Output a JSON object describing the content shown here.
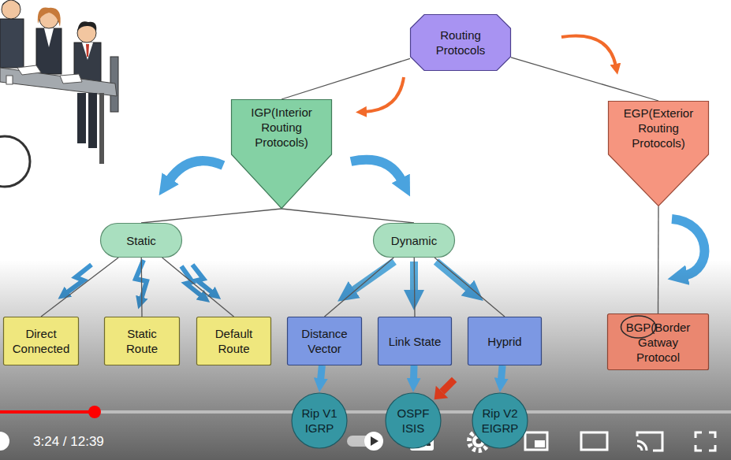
{
  "diagram": {
    "nodes": [
      {
        "text": [
          "Routing Protocols"
        ]
      },
      {
        "text": [
          "IGP(Interior Routing Protocols)"
        ]
      },
      {
        "text": [
          "EGP(Exterior Routing Protocols)"
        ]
      },
      {
        "text": [
          "Static"
        ]
      },
      {
        "text": [
          "Dynamic"
        ]
      },
      {
        "text": [
          "Direct Connected"
        ]
      },
      {
        "text": [
          "Static Route"
        ]
      },
      {
        "text": [
          "Default Route"
        ]
      },
      {
        "text": [
          "Distance Vector"
        ]
      },
      {
        "text": [
          "Link State"
        ]
      },
      {
        "text": [
          "Hyprid"
        ]
      },
      {
        "text": [
          "BGP(Border Gatway Protocol"
        ]
      },
      {
        "text": [
          "Rip V1 IGRP"
        ]
      },
      {
        "text": [
          "OSPF ISIS"
        ]
      },
      {
        "text": [
          "Rip V2 EIGRP"
        ]
      }
    ],
    "edges": [
      {
        "from": 0,
        "to": 1,
        "arrow": "none"
      },
      {
        "from": 0,
        "to": 2,
        "arrow": "none"
      },
      {
        "from": 1,
        "to": 3,
        "arrow": "none"
      },
      {
        "from": 1,
        "to": 4,
        "arrow": "none"
      },
      {
        "from": 3,
        "to": 5,
        "arrow": "none"
      },
      {
        "from": 3,
        "to": 6,
        "arrow": "none"
      },
      {
        "from": 3,
        "to": 7,
        "arrow": "none"
      },
      {
        "from": 4,
        "to": 8,
        "arrow": "none"
      },
      {
        "from": 4,
        "to": 9,
        "arrow": "none"
      },
      {
        "from": 4,
        "to": 10,
        "arrow": "none"
      },
      {
        "from": 2,
        "to": 11,
        "arrow": "none"
      },
      {
        "from": 8,
        "to": 12,
        "arrow": "to"
      },
      {
        "from": 9,
        "to": 13,
        "arrow": "to"
      },
      {
        "from": 10,
        "to": 14,
        "arrow": "to"
      }
    ],
    "labels": [
      "3:24 / 12:39"
    ]
  }
}
